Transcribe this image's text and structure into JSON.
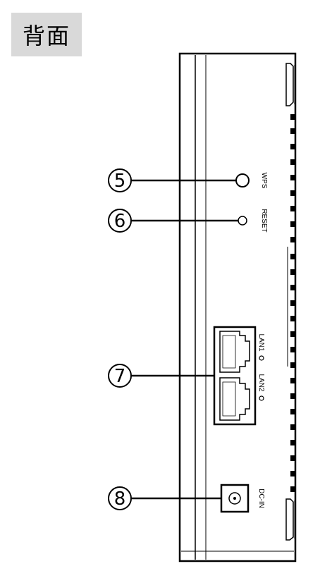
{
  "title": "背面",
  "callouts": [
    {
      "number": "5",
      "label": "WPS"
    },
    {
      "number": "6",
      "label": "RESET"
    },
    {
      "number": "7",
      "label_lan1": "LAN1",
      "label_lan2": "LAN2"
    },
    {
      "number": "8",
      "label": "DC-IN"
    }
  ]
}
